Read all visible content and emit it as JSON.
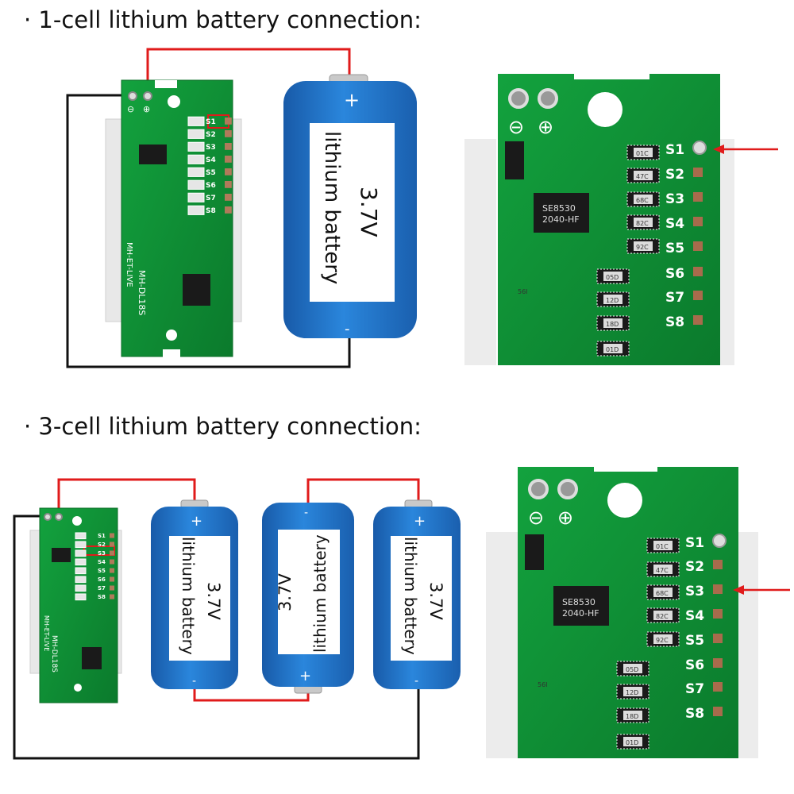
{
  "sections": [
    {
      "heading": "· 1-cell lithium battery connection:"
    },
    {
      "heading": "· 3-cell lithium battery connection:"
    }
  ],
  "board": {
    "model": "MH-DL18S",
    "brand": "MH-ET-LIVE",
    "pins": [
      "S1",
      "S2",
      "S3",
      "S4",
      "S5",
      "S6",
      "S7",
      "S8"
    ],
    "terminals": {
      "negative": "⊖",
      "positive": "⊕"
    },
    "regulator_marking": [
      "SE8530",
      "2040-HF"
    ],
    "resistor_markings": [
      "01C",
      "47C",
      "68C",
      "82C",
      "92C",
      "05D",
      "12D",
      "18D",
      "01D"
    ],
    "small_marking": "56I"
  },
  "battery": {
    "voltage": "3.7V",
    "type": "lithium battery",
    "plus": "+",
    "minus": "-"
  },
  "highlight": {
    "one_cell_pin": "S1",
    "three_cell_pin": "S3"
  },
  "colors": {
    "pcb": "#0f8f35",
    "battery": "#1f74c9",
    "wire_positive": "#e01b1b",
    "wire_negative": "#111111",
    "arrow": "#e01b1b"
  }
}
